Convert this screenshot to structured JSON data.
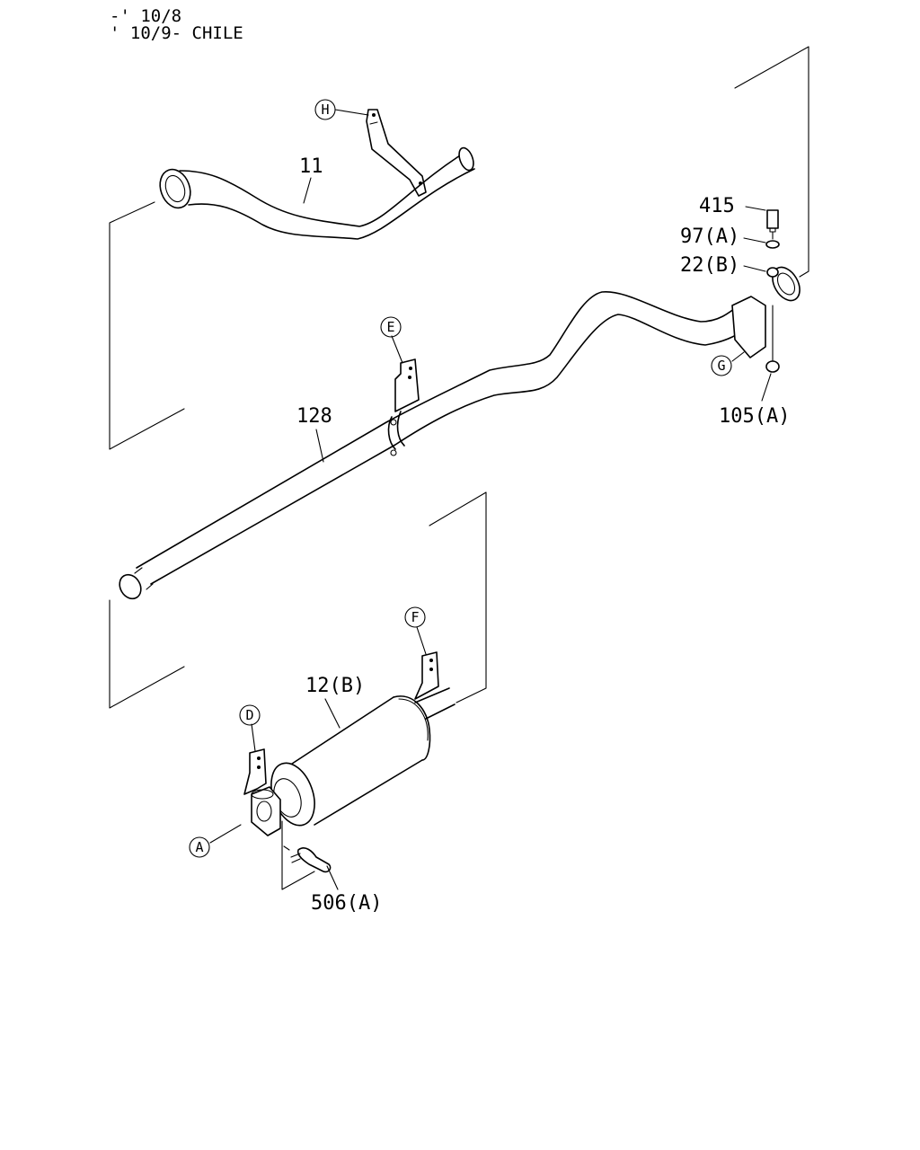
{
  "header": {
    "line1": "-' 10/8",
    "line2": "' 10/9- CHILE"
  },
  "callouts": {
    "p11": "11",
    "p128": "128",
    "p12b": "12(B)",
    "p415": "415",
    "p97a": "97(A)",
    "p22b": "22(B)",
    "p105a": "105(A)",
    "p506a": "506(A)"
  },
  "refs": {
    "a": "A",
    "d": "D",
    "e": "E",
    "f": "F",
    "g": "G",
    "h": "H"
  }
}
